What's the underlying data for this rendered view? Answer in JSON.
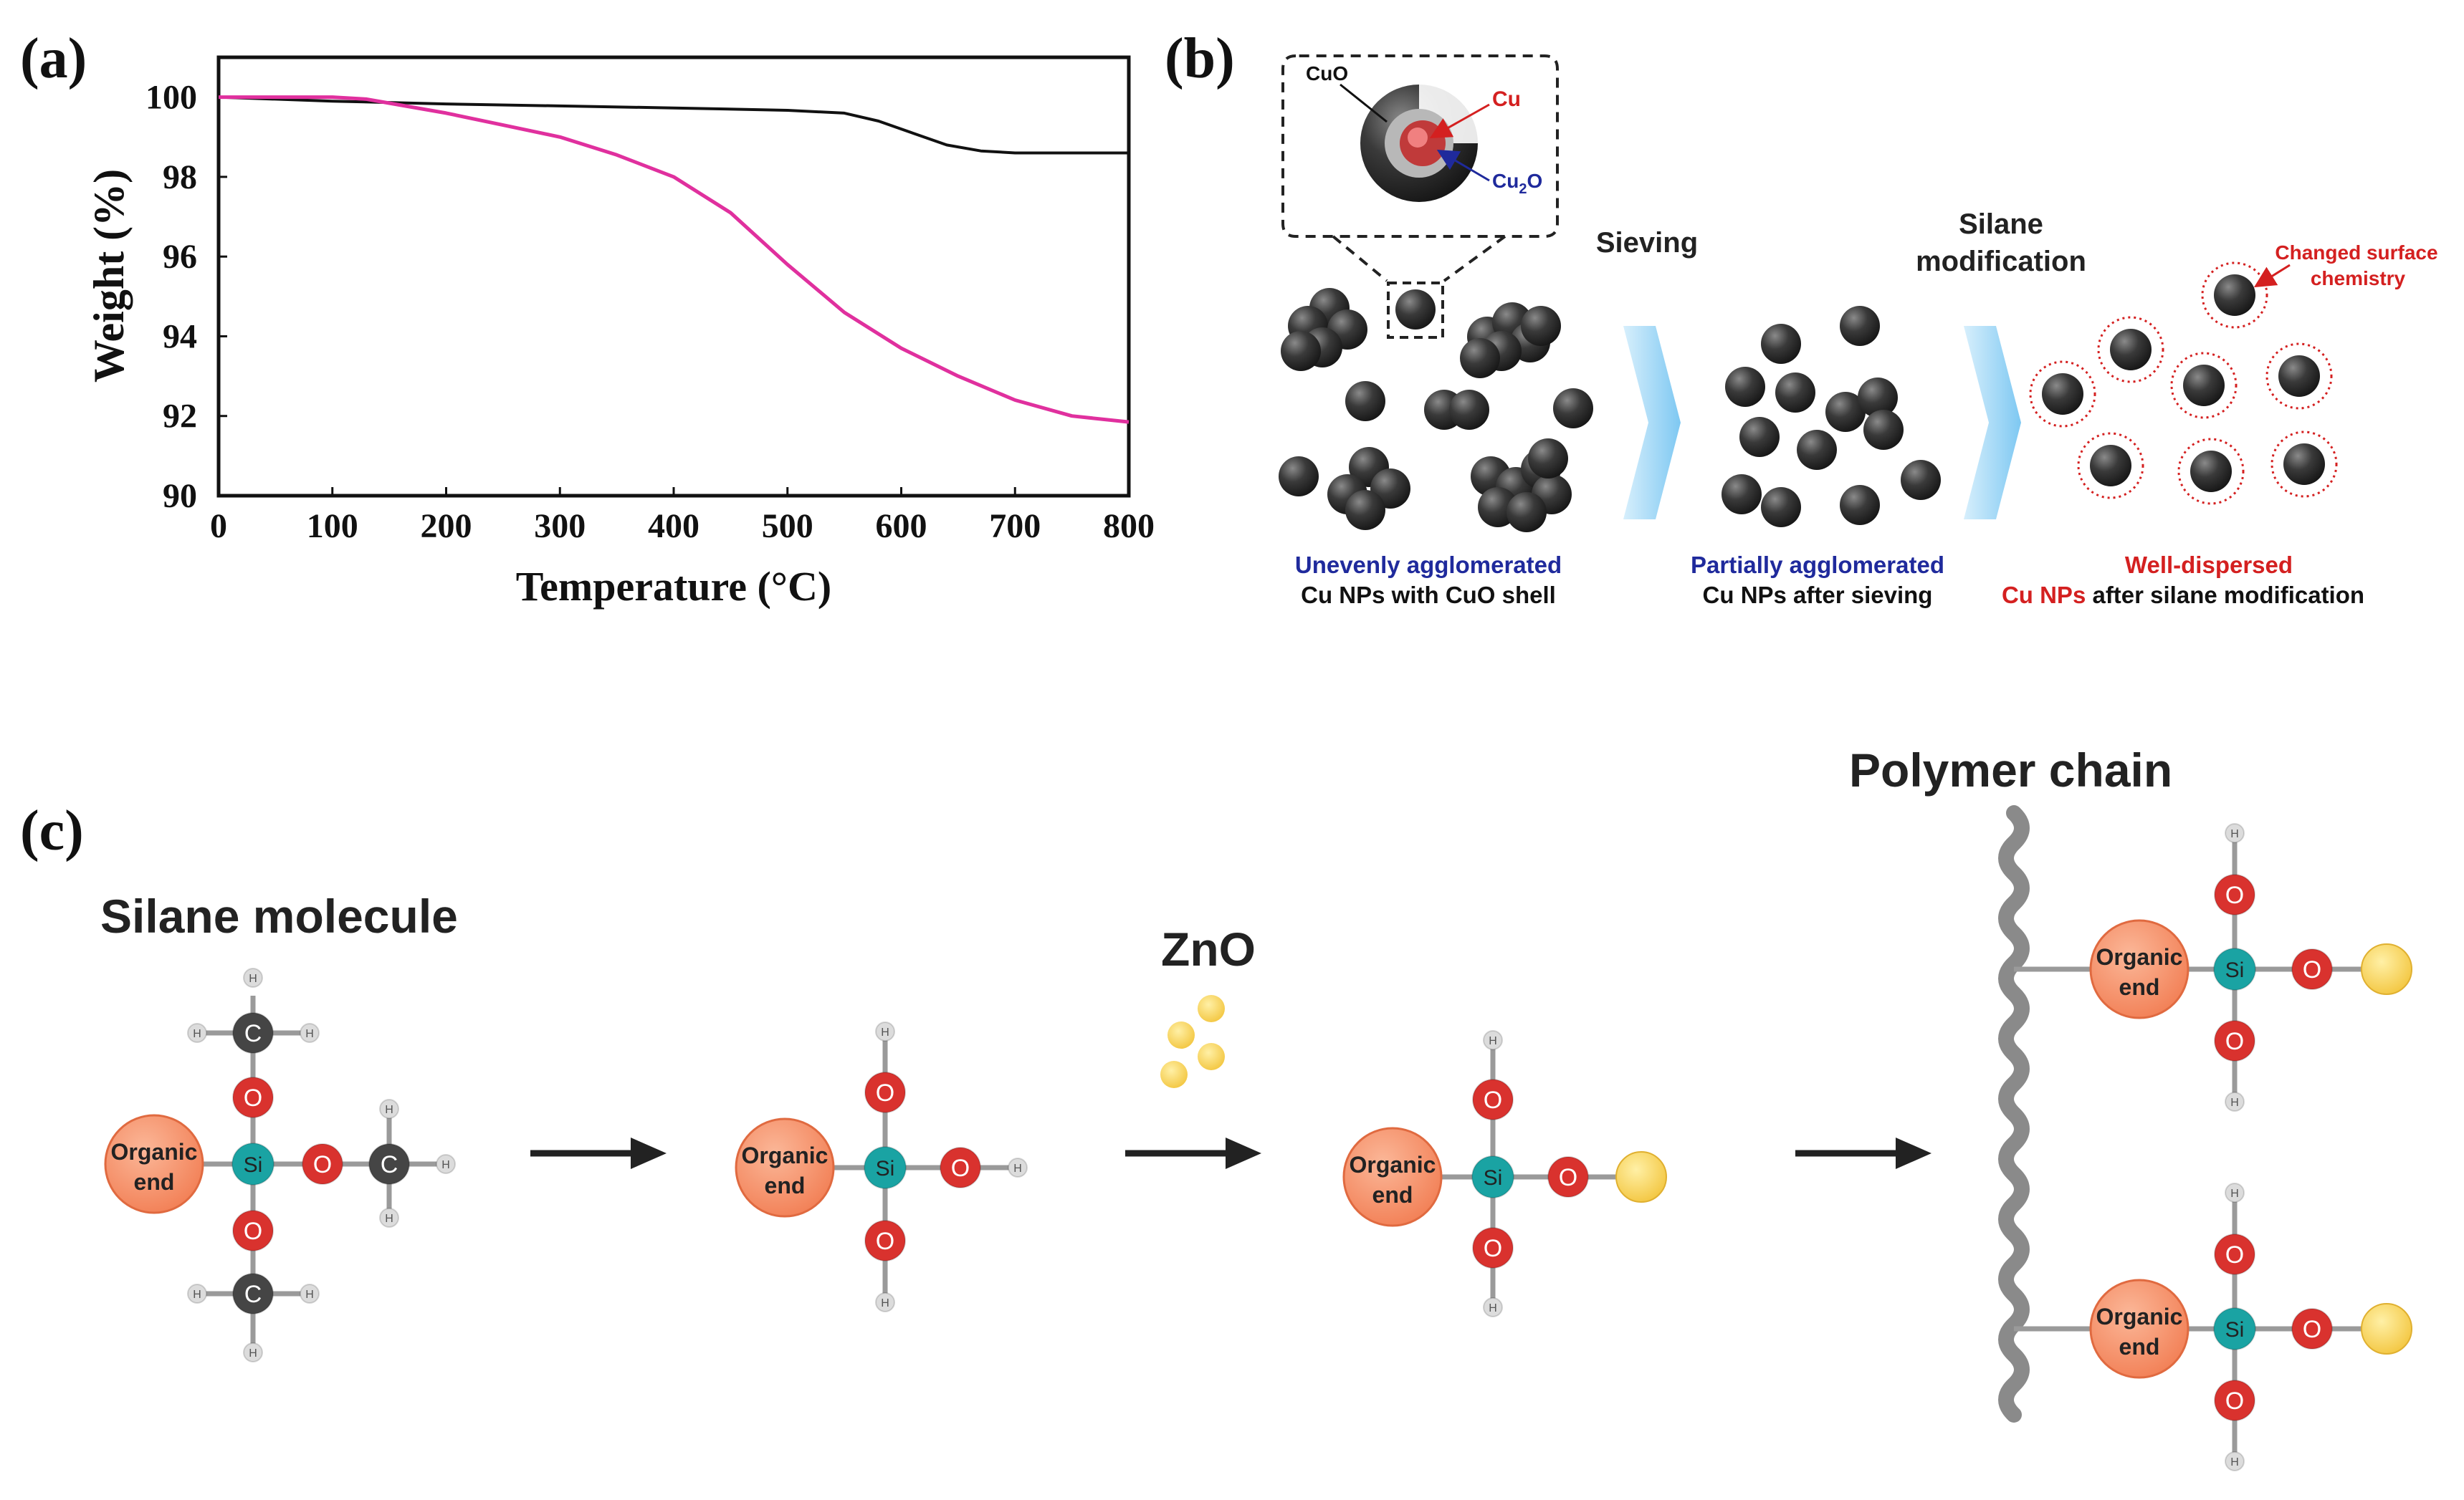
{
  "panel_labels": {
    "a": "(a)",
    "b": "(b)",
    "c": "(c)"
  },
  "chart_data": {
    "type": "line",
    "title": "",
    "xlabel": "Temperature (°C)",
    "ylabel": "Weight (%)",
    "xlim": [
      0,
      800
    ],
    "ylim": [
      90,
      101
    ],
    "xticks": [
      "0",
      "100",
      "200",
      "300",
      "400",
      "500",
      "600",
      "700",
      "800"
    ],
    "yticks": [
      "90",
      "92",
      "94",
      "96",
      "98",
      "100"
    ],
    "grid": false,
    "series": [
      {
        "color": "#111111",
        "x": [
          0,
          100,
          200,
          300,
          400,
          500,
          550,
          580,
          610,
          640,
          670,
          700,
          750,
          800
        ],
        "y": [
          100,
          99.9,
          99.83,
          99.78,
          99.73,
          99.67,
          99.6,
          99.4,
          99.1,
          98.8,
          98.65,
          98.6,
          98.6,
          98.6
        ]
      },
      {
        "color": "#e0309e",
        "x": [
          0,
          50,
          100,
          130,
          150,
          200,
          250,
          300,
          350,
          400,
          450,
          500,
          550,
          600,
          650,
          700,
          750,
          800
        ],
        "y": [
          100,
          100,
          100,
          99.95,
          99.85,
          99.6,
          99.3,
          99.0,
          98.55,
          98.0,
          97.1,
          95.8,
          94.6,
          93.7,
          93.0,
          92.4,
          92.0,
          91.85
        ]
      }
    ]
  },
  "panel_b": {
    "inset": {
      "cuo": "CuO",
      "cu": "Cu",
      "cu2o_base": "Cu",
      "cu2o_sub": "2",
      "cu2o_tail": "O"
    },
    "step1": "Sieving",
    "step2_line1": "Silane",
    "step2_line2": "modification",
    "changed_line1": "Changed surface",
    "changed_line2": "chemistry",
    "cap1_line1": "Unevenly agglomerated",
    "cap1_line2": "Cu NPs with CuO shell",
    "cap2_line1": "Partially agglomerated",
    "cap2_line2": "Cu NPs after sieving",
    "cap3_line1": "Well-dispersed",
    "cap3_line2_red": "Cu NPs",
    "cap3_line2_black": " after silane modification",
    "colors": {
      "blue": "#1f2a9c",
      "red": "#d42020",
      "particle": "#2c2c2c",
      "arrow": "#8ccff4"
    }
  },
  "panel_c": {
    "silane_title": "Silane molecule",
    "zno_title": "ZnO",
    "polymer_title": "Polymer chain",
    "organic_line1": "Organic",
    "organic_line2": "end",
    "atom_si": "Si",
    "atom_o": "O",
    "atom_c": "C",
    "atom_h": "H",
    "colors": {
      "organic": "#f7906a",
      "si": "#1aa3a3",
      "o": "#d9322e",
      "c": "#454545",
      "h": "#dcdcdc",
      "zno": "#f9d65a"
    }
  }
}
